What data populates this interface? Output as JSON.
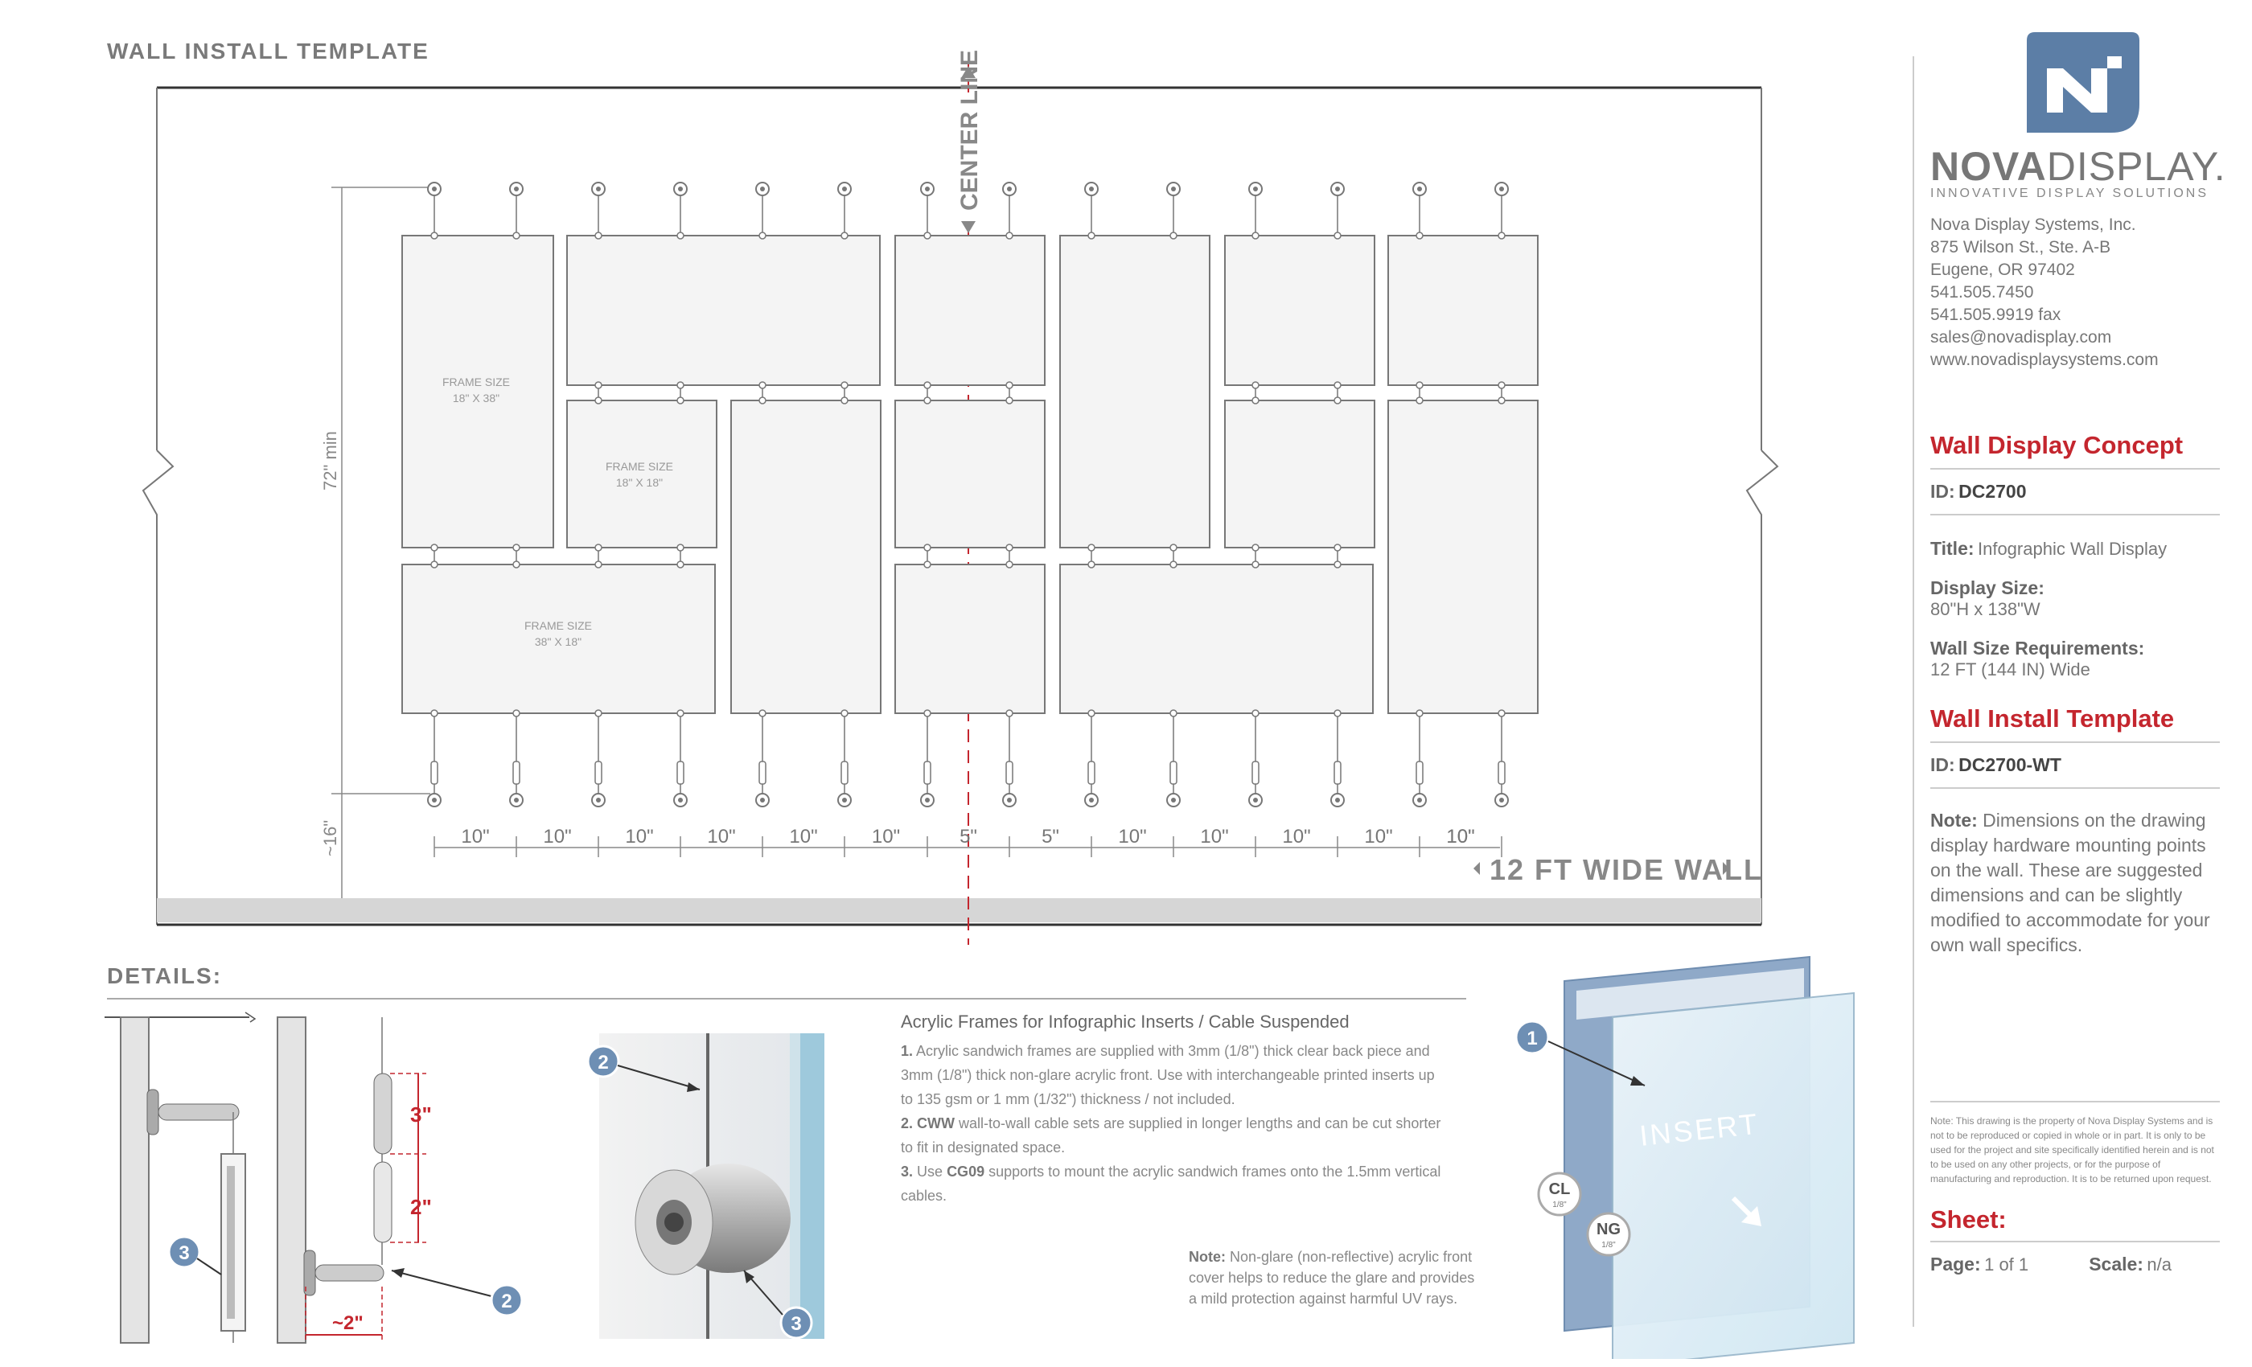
{
  "title": "WALL INSTALL TEMPLATE",
  "drawing": {
    "center_line_label": "CENTER LINE",
    "height_label": "72\" min",
    "bottom_label": "~16\"",
    "wall_width_label": "12 FT WIDE WALL",
    "frame_labels": [
      {
        "line1": "FRAME SIZE",
        "line2": "18\" X 38\""
      },
      {
        "line1": "FRAME SIZE",
        "line2": "18\" X 18\""
      },
      {
        "line1": "FRAME SIZE",
        "line2": "38\" X 18\""
      }
    ],
    "spacing_labels": [
      "10\"",
      "10\"",
      "10\"",
      "10\"",
      "10\"",
      "10\"",
      "5\"",
      "5\"",
      "10\"",
      "10\"",
      "10\"",
      "10\"",
      "10\"",
      "10\""
    ]
  },
  "details": {
    "heading": "DETAILS:",
    "callouts": {
      "c1": "1",
      "c2": "2",
      "c3": "3"
    },
    "dims": {
      "d3": "3\"",
      "d2": "2\"",
      "d_side": "~2\""
    },
    "text_title": "Acrylic Frames for Infographic Inserts / Cable Suspended",
    "items": [
      {
        "num": "1.",
        "text": "Acrylic sandwich frames are supplied with 3mm (1/8\") thick clear back piece and 3mm (1/8\") thick non-glare acrylic front. Use with interchangeable printed inserts up to 135 gsm or 1 mm (1/32\") thickness / not included."
      },
      {
        "num": "2.",
        "code": "CWW",
        "text": "wall-to-wall cable sets are supplied in longer lengths and can be cut shorter to fit in designated space."
      },
      {
        "num": "3.",
        "code": "CG09",
        "pre": "Use",
        "text": "supports to mount the acrylic sandwich frames onto the 1.5mm vertical cables."
      }
    ],
    "note_label": "Note:",
    "note_text": "Non-glare (non-reflective) acrylic front cover helps to reduce the glare and provides a mild protection against harmful UV rays.",
    "insert_label": "INSERT",
    "badge_cl": "CL",
    "badge_cl_sub": "1/8\"",
    "badge_ng": "NG",
    "badge_ng_sub": "1/8\""
  },
  "sidebar": {
    "brand_bold": "NOVA",
    "brand_light": "DISPLAY.",
    "tagline": "INNOVATIVE DISPLAY SOLUTIONS",
    "address": [
      "Nova Display Systems, Inc.",
      "875 Wilson St., Ste. A-B",
      "Eugene, OR 97402",
      "541.505.7450",
      "541.505.9919 fax",
      "sales@novadisplay.com",
      "www.novadisplaysystems.com"
    ],
    "concept_heading": "Wall Display Concept",
    "id_label": "ID:",
    "concept_id": "DC2700",
    "title_label": "Title:",
    "title_value": "Infographic Wall Display",
    "size_label": "Display Size:",
    "size_value": "80\"H x 138\"W",
    "wall_label": "Wall Size Requirements:",
    "wall_value": "12 FT (144 IN) Wide",
    "template_heading": "Wall Install Template",
    "template_id": "DC2700-WT",
    "note_label": "Note:",
    "note_text": "Dimensions on the drawing display hardware mounting points on the wall. These are suggested dimensions and can be slightly modified to accommodate for your own wall specifics.",
    "legal": "Note: This drawing is the property of Nova Display Systems and is not to be reproduced or copied in whole or in part. It is only to be used for the project and site specifically identified herein and is not to be used on any other projects, or for the purpose of manufacturing and reproduction. It is to be returned upon request.",
    "sheet_heading": "Sheet:",
    "page_label": "Page:",
    "page_value": "1 of 1",
    "scale_label": "Scale:",
    "scale_value": "n/a"
  }
}
